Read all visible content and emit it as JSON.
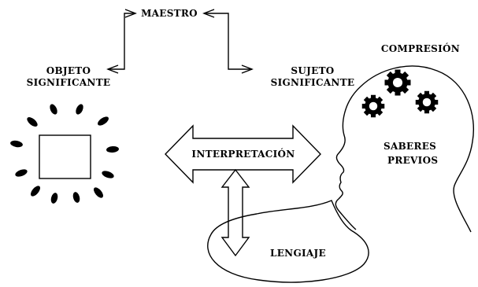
{
  "labels": {
    "maestro": "MAESTRO",
    "objeto_line1": "OBJETO",
    "objeto_line2": "SIGNIFICANTE",
    "sujeto_line1": "SUJETO",
    "sujeto_line2": "SIGNIFICANTE",
    "compresion": "COMPRESIÓN",
    "interpretacion": "INTERPRETACIÓN",
    "saberes_line1": "SABERES",
    "saberes_line2": "PREVIOS",
    "lengiaje": "LENGIAJE"
  },
  "icons": {
    "gears": "gears-icon",
    "object": "radiating-square-icon",
    "head": "human-head-profile"
  },
  "colors": {
    "ink": "#000000",
    "background": "#ffffff"
  }
}
